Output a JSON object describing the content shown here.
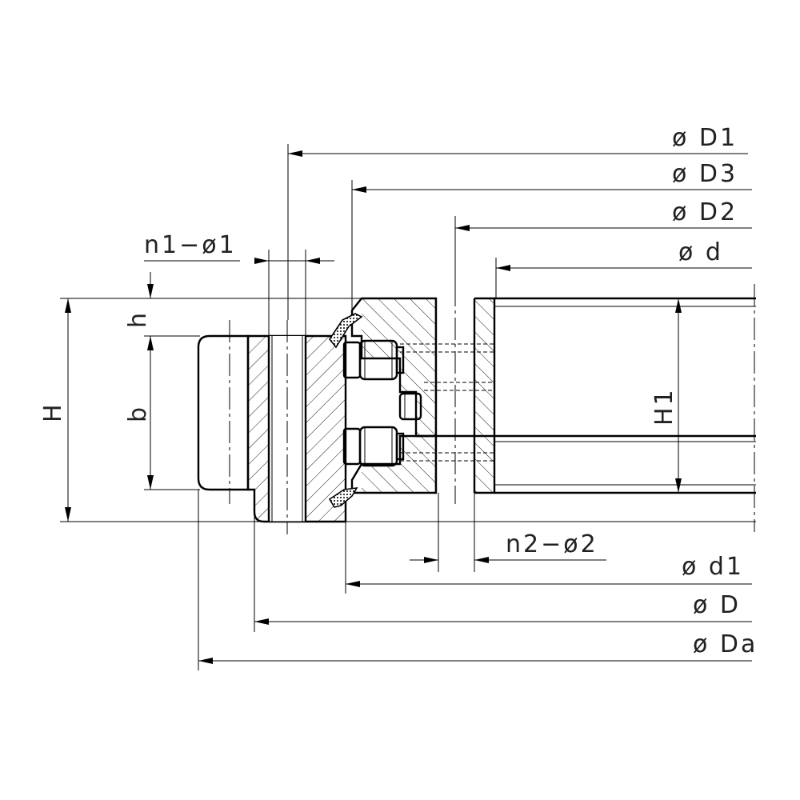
{
  "dimensions": {
    "D1": "ø D1",
    "D3": "ø D3",
    "D2": "ø D2",
    "d": "ø d",
    "n1": "n1−ø1",
    "h": "h",
    "b": "b",
    "H": "H",
    "H1": "H1",
    "n2": "n2−ø2",
    "d1": "ø d1",
    "D": "ø D",
    "Da": "ø Da"
  }
}
